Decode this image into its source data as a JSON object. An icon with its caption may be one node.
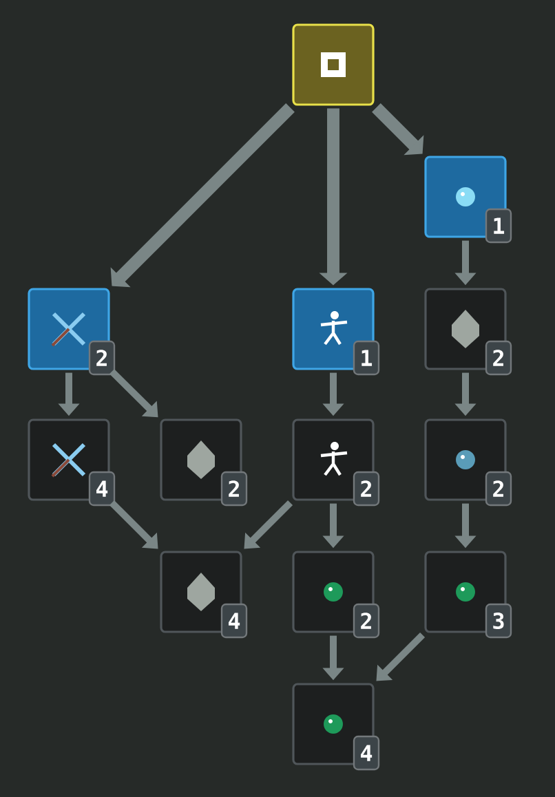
{
  "diagram": {
    "nodes": [
      {
        "text": [],
        "shape": "box"
      },
      {
        "text": [
          "1"
        ]
      },
      {
        "text": [
          "2"
        ]
      },
      {
        "text": [
          "1"
        ]
      },
      {
        "text": [
          "2"
        ]
      },
      {
        "text": [
          "4"
        ]
      },
      {
        "text": [
          "2"
        ]
      },
      {
        "text": [
          "2"
        ]
      },
      {
        "text": [
          "2"
        ]
      },
      {
        "text": [
          "4"
        ]
      },
      {
        "text": [
          "2"
        ]
      },
      {
        "text": [
          "3"
        ]
      },
      {
        "text": [
          "4"
        ]
      }
    ],
    "edges": [
      {
        "from": 0,
        "to": 2,
        "arrow": "to",
        "style": "thick"
      },
      {
        "from": 0,
        "to": 3,
        "arrow": "to",
        "style": "thick"
      },
      {
        "from": 0,
        "to": 1,
        "arrow": "to",
        "style": "thick"
      },
      {
        "from": 1,
        "to": 4,
        "arrow": "to"
      },
      {
        "from": 2,
        "to": 5,
        "arrow": "to"
      },
      {
        "from": 2,
        "to": 6,
        "arrow": "to"
      },
      {
        "from": 3,
        "to": 7,
        "arrow": "to"
      },
      {
        "from": 4,
        "to": 8,
        "arrow": "to"
      },
      {
        "from": 5,
        "to": 9,
        "arrow": "to"
      },
      {
        "from": 7,
        "to": 9,
        "arrow": "to"
      },
      {
        "from": 7,
        "to": 10,
        "arrow": "to"
      },
      {
        "from": 8,
        "to": 11,
        "arrow": "to"
      },
      {
        "from": 10,
        "to": 12,
        "arrow": "to"
      },
      {
        "from": 11,
        "to": 12,
        "arrow": "to"
      }
    ]
  }
}
